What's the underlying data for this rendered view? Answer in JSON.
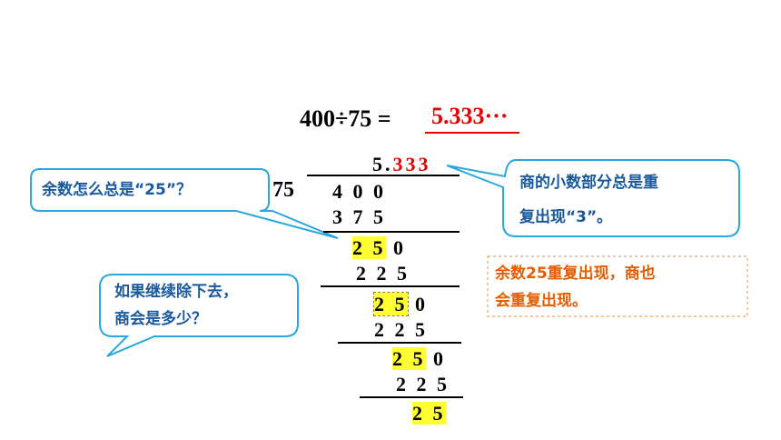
{
  "equation": {
    "left": "400÷75 =",
    "answer": "5.333···"
  },
  "division": {
    "divisor": "75",
    "quotient_int": "5.",
    "quotient_digits": [
      "3",
      "3",
      "3"
    ],
    "dividend": "4 0 0",
    "rows": [
      {
        "text": "3 7 5"
      },
      {
        "hl": "2 5",
        "rest": " 0"
      },
      {
        "text": "2 2 5"
      },
      {
        "hl": "2 5",
        "rest": " 0"
      },
      {
        "text": "2 2 5"
      },
      {
        "hl": "2 5",
        "rest": " 0"
      },
      {
        "text": "2 2 5"
      },
      {
        "hl": "2 5",
        "rest": ""
      }
    ]
  },
  "bubbles": {
    "remainder_question": "余数怎么总是“25”？",
    "continue_line1": "如果继续除下去，",
    "continue_line2": "商会是多少？",
    "quotient_line1": "商的小数部分总是重",
    "quotient_line2": "复出现“3”。"
  },
  "note": {
    "line1": "余数25重复出现，商也",
    "line2": "会重复出现。"
  },
  "colors": {
    "bubble_border": "#2aa7e0",
    "bubble_text": "#1a5a9c",
    "answer_red": "#e60000",
    "highlight": "#ffff33",
    "note_orange": "#e65c00"
  }
}
